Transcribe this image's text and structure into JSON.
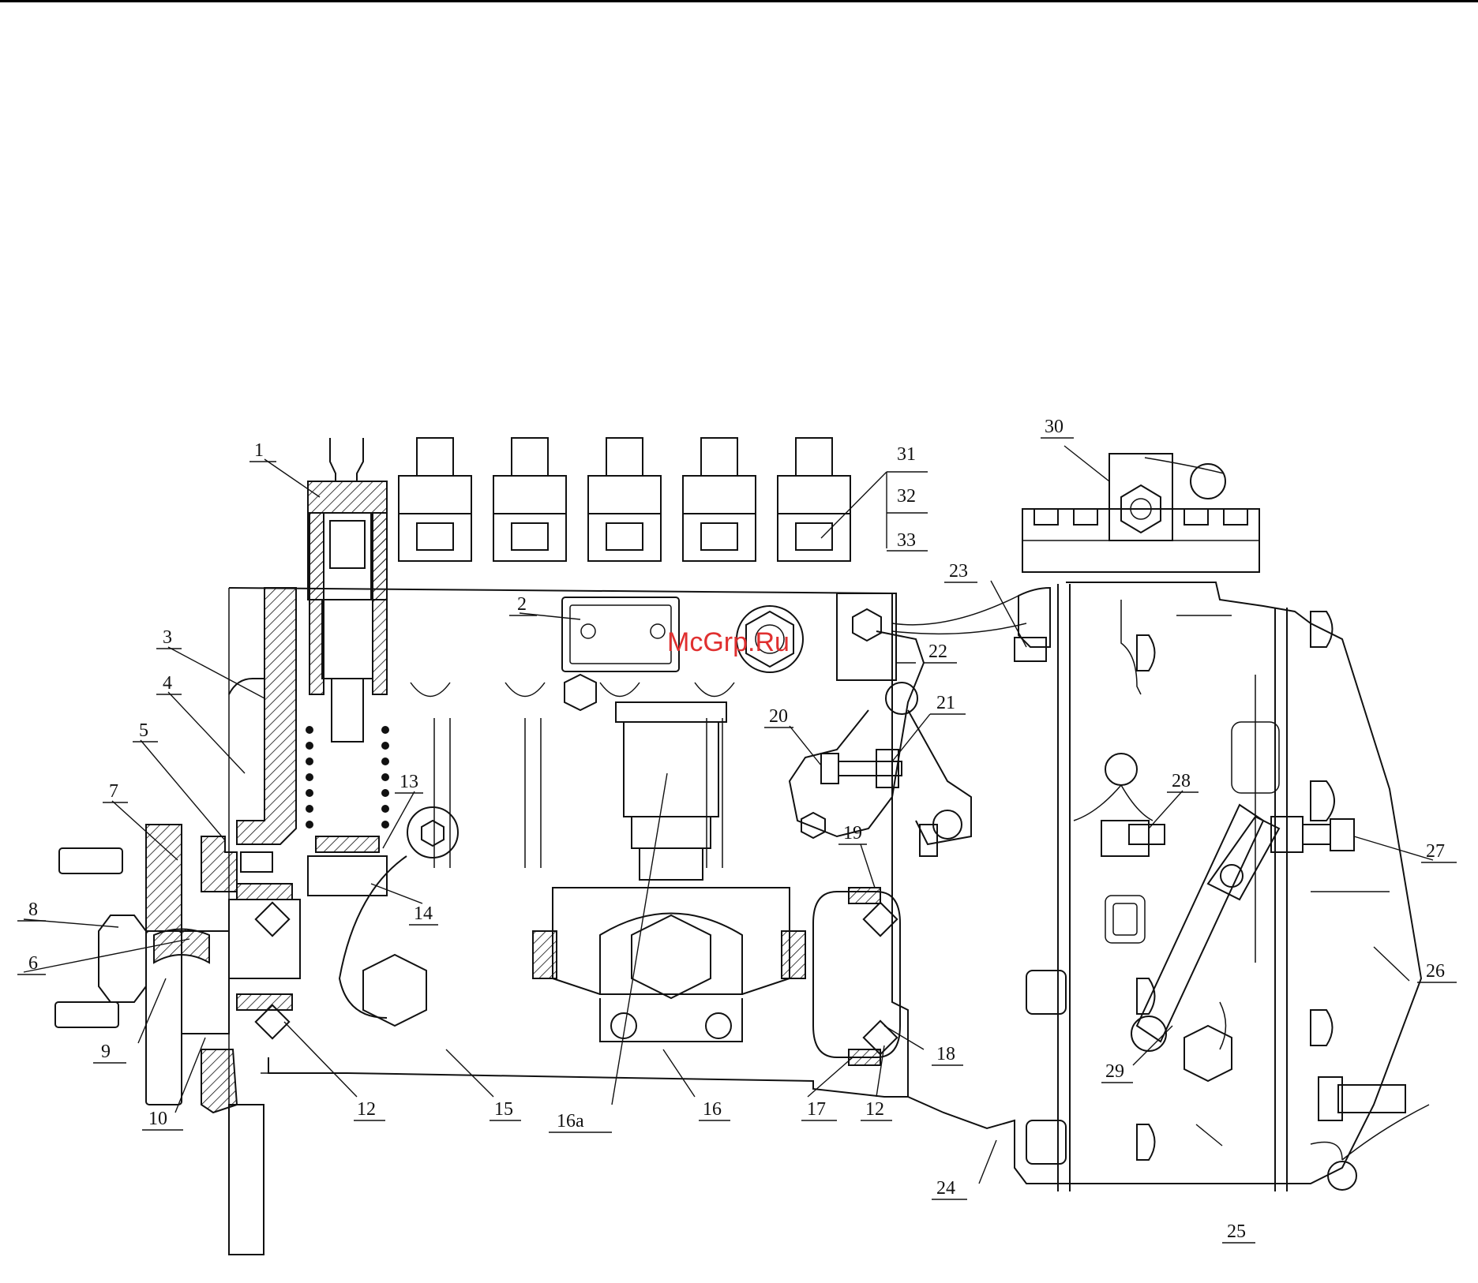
{
  "watermark": "McGrp.Ru",
  "labels": [
    {
      "id": "1",
      "text": "1"
    },
    {
      "id": "2",
      "text": "2"
    },
    {
      "id": "3",
      "text": "3"
    },
    {
      "id": "4",
      "text": "4"
    },
    {
      "id": "5",
      "text": "5"
    },
    {
      "id": "6",
      "text": "6"
    },
    {
      "id": "7",
      "text": "7"
    },
    {
      "id": "8",
      "text": "8"
    },
    {
      "id": "9",
      "text": "9"
    },
    {
      "id": "10",
      "text": "10"
    },
    {
      "id": "12a",
      "text": "12"
    },
    {
      "id": "12b",
      "text": "12"
    },
    {
      "id": "13",
      "text": "13"
    },
    {
      "id": "14",
      "text": "14"
    },
    {
      "id": "15",
      "text": "15"
    },
    {
      "id": "16a",
      "text": "16a"
    },
    {
      "id": "16",
      "text": "16"
    },
    {
      "id": "17",
      "text": "17"
    },
    {
      "id": "18",
      "text": "18"
    },
    {
      "id": "19",
      "text": "19"
    },
    {
      "id": "20",
      "text": "20"
    },
    {
      "id": "21",
      "text": "21"
    },
    {
      "id": "22",
      "text": "22"
    },
    {
      "id": "23",
      "text": "23"
    },
    {
      "id": "24",
      "text": "24"
    },
    {
      "id": "25",
      "text": "25"
    },
    {
      "id": "26",
      "text": "26"
    },
    {
      "id": "27",
      "text": "27"
    },
    {
      "id": "28",
      "text": "28"
    },
    {
      "id": "29",
      "text": "29"
    },
    {
      "id": "30",
      "text": "30"
    },
    {
      "id": "31",
      "text": "31"
    },
    {
      "id": "32",
      "text": "32"
    },
    {
      "id": "33",
      "text": "33"
    }
  ]
}
